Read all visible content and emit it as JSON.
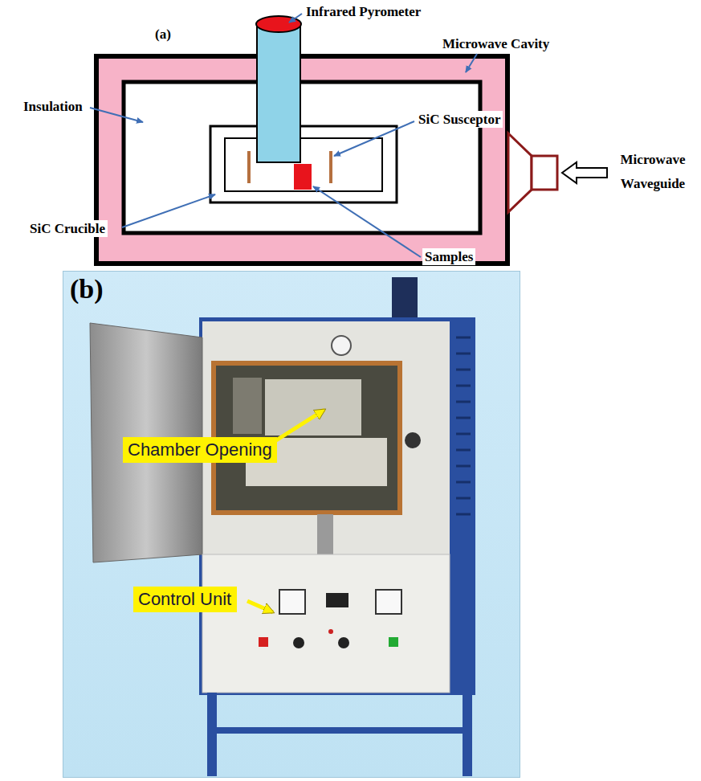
{
  "diagram": {
    "nodes": [
      {
        "text": [
          "(b)"
        ]
      },
      {
        "text": [
          "Chamber Opening"
        ],
        "in": 0
      },
      {
        "text": [
          "Control Unit"
        ],
        "in": 0
      }
    ],
    "labels": [
      "(a)",
      "Infrared Pyrometer",
      "Microwave Cavity",
      "Insulation",
      "SiC Susceptor",
      "Microwave Waveguide",
      "SiC Crucible",
      "Samples"
    ]
  }
}
